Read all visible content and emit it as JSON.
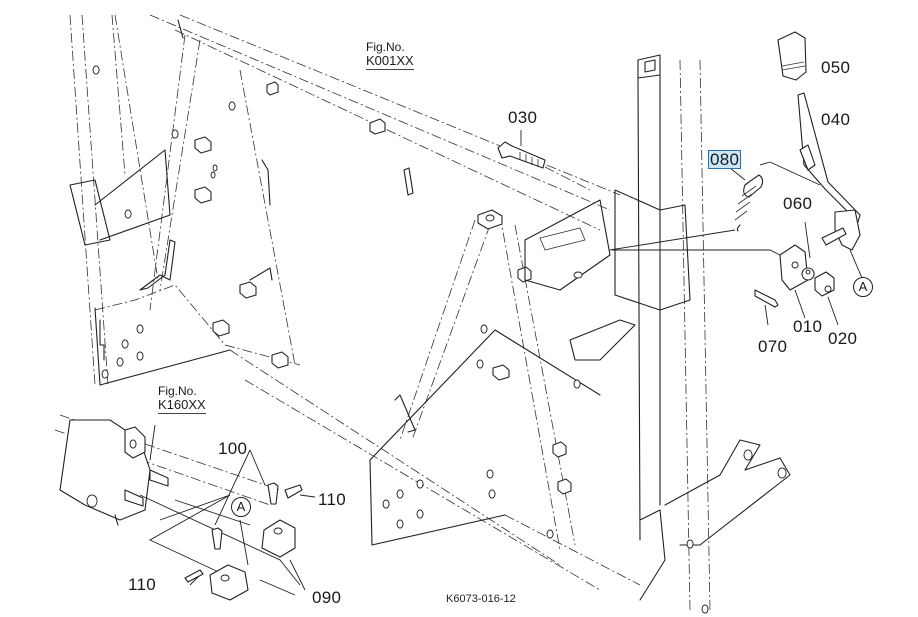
{
  "diagram": {
    "title": "Parts exploded view",
    "document_id": "K6073-016-12",
    "selected_part": "080",
    "highlight_color": "#c9e6f7",
    "highlight_border": "#2a6fb0",
    "figure_refs": [
      {
        "prefix": "Fig.No.",
        "code": "K001XX"
      },
      {
        "prefix": "Fig.No.",
        "code": "K160XX"
      }
    ],
    "parts": [
      {
        "number": "010"
      },
      {
        "number": "020"
      },
      {
        "number": "030"
      },
      {
        "number": "040"
      },
      {
        "number": "050"
      },
      {
        "number": "060"
      },
      {
        "number": "070"
      },
      {
        "number": "080"
      },
      {
        "number": "090"
      },
      {
        "number": "100"
      },
      {
        "number": "110"
      }
    ],
    "callouts": [
      {
        "letter": "A"
      },
      {
        "letter": "A"
      }
    ]
  }
}
